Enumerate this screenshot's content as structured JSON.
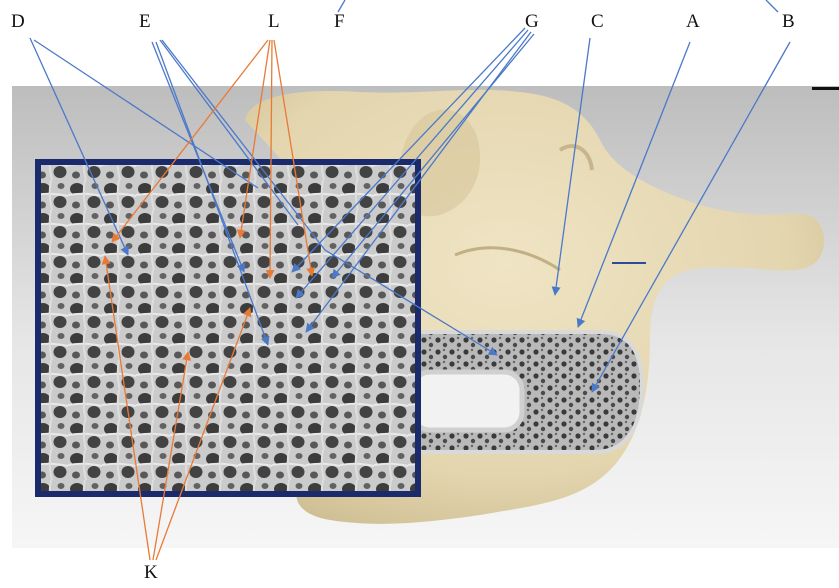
{
  "labels": {
    "D": "D",
    "E": "E",
    "L": "L",
    "F": "F",
    "G": "G",
    "C": "C",
    "A": "A",
    "B": "B",
    "K": "K"
  },
  "colors": {
    "background_top": "#c2c2c2",
    "background_bottom": "#f4f4f4",
    "bone": "#e6dab7",
    "bone_shadow": "#c9b98f",
    "scaffold": "#9a9a9a",
    "inset_border": "#1b2a6b",
    "leader_blue": "#4b79c9",
    "leader_orange": "#e97a36"
  }
}
